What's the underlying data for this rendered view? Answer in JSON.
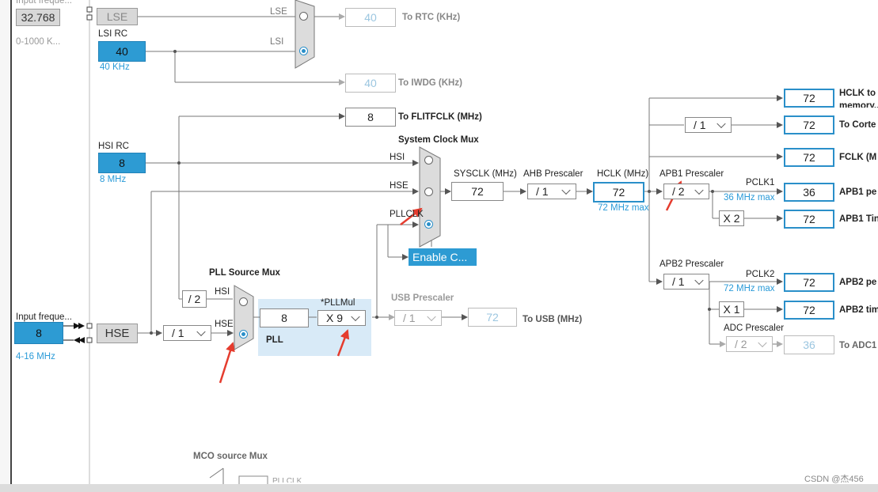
{
  "top_clipped": {
    "label": "Input freque...",
    "value": "32.768",
    "range": "0-1000 K..."
  },
  "lse": {
    "label": "LSE",
    "mux_label": "LSE"
  },
  "lsi": {
    "title": "LSI RC",
    "value": "40",
    "freq": "40 KHz",
    "mux_label": "LSI"
  },
  "rtc": {
    "value": "40",
    "label": "To RTC (KHz)"
  },
  "iwdg": {
    "value": "40",
    "label": "To IWDG (KHz)"
  },
  "flitf": {
    "value": "8",
    "label": "To FLITFCLK (MHz)"
  },
  "hsi": {
    "title": "HSI RC",
    "value": "8",
    "freq": "8 MHz"
  },
  "sysmux": {
    "title": "System Clock Mux",
    "hsi": "HSI",
    "hse": "HSE",
    "pllclk": "PLLCLK"
  },
  "sysclk": {
    "label": "SYSCLK (MHz)",
    "value": "72"
  },
  "ahb": {
    "label": "AHB Prescaler",
    "value": "/ 1"
  },
  "hclk": {
    "label": "HCLK (MHz)",
    "value": "72",
    "max": "72 MHz max"
  },
  "right": {
    "hclk_to": {
      "value": "72",
      "label": "HCLK to"
    },
    "hclk_to_2": "memory...",
    "cortex_div": "/ 1",
    "cortex": {
      "value": "72",
      "label": "To Corte"
    },
    "fclk": {
      "value": "72",
      "label": "FCLK (M"
    }
  },
  "apb1": {
    "label": "APB1 Prescaler",
    "value": "/ 2",
    "pclk": "PCLK1",
    "max": "36 MHz max",
    "periph_value": "36",
    "periph_label": "APB1 pe",
    "mult": "X 2",
    "tim_value": "72",
    "tim_label": "APB1 Tin"
  },
  "enable_css": "Enable C...",
  "pllmux": {
    "title": "PLL Source Mux",
    "hsi": "HSI",
    "hse": "HSE",
    "hsi_div": "/ 2"
  },
  "pll": {
    "label": "PLL",
    "value": "8",
    "mul_label": "*PLLMul",
    "mul": "X 9"
  },
  "usb": {
    "label": "USB Prescaler",
    "value": "/ 1",
    "out": "72",
    "out_label": "To USB (MHz)"
  },
  "input": {
    "label": "Input freque...",
    "value": "8",
    "range": "4-16 MHz"
  },
  "hse": {
    "label": "HSE",
    "div": "/ 1"
  },
  "apb2": {
    "label": "APB2 Prescaler",
    "value": "/ 1",
    "pclk": "PCLK2",
    "max": "72 MHz max",
    "periph_value": "72",
    "periph_label": "APB2 pe",
    "mult": "X 1",
    "tim_value": "72",
    "tim_label": "APB2 tim"
  },
  "adc": {
    "label": "ADC Prescaler",
    "value": "/ 2",
    "out": "36",
    "out_label": "To ADC1"
  },
  "mco": {
    "title": "MCO source Mux",
    "partial": "PLLCLK"
  },
  "watermark": "CSDN @杰456",
  "colors": {
    "accent": "#2d9bd3",
    "arrow_red": "#e53c2e",
    "wire": "#666666"
  }
}
